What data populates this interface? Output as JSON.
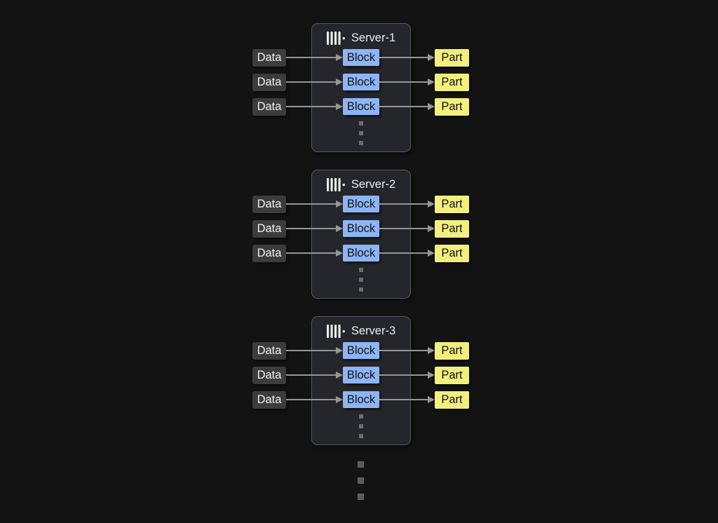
{
  "diagram": {
    "background": "#131313",
    "colors": {
      "background": "#131313",
      "server_bg": "#24262b",
      "server_border": "#55585e",
      "server_title": "#ededed",
      "data_bg": "#3c3c3c",
      "data_text": "#f1f1f1",
      "block_bg": "#8db5f5",
      "block_text": "#111216",
      "part_bg": "#f3ef7c",
      "part_text": "#111216",
      "arrow": "#969696",
      "inner_dot": "#6b6d71",
      "outer_dot": "#59595b"
    },
    "servers": [
      {
        "title": "Server-1",
        "rows": [
          {
            "data": "Data",
            "block": "Block",
            "part": "Part"
          },
          {
            "data": "Data",
            "block": "Block",
            "part": "Part"
          },
          {
            "data": "Data",
            "block": "Block",
            "part": "Part"
          }
        ]
      },
      {
        "title": "Server-2",
        "rows": [
          {
            "data": "Data",
            "block": "Block",
            "part": "Part"
          },
          {
            "data": "Data",
            "block": "Block",
            "part": "Part"
          },
          {
            "data": "Data",
            "block": "Block",
            "part": "Part"
          }
        ]
      },
      {
        "title": "Server-3",
        "rows": [
          {
            "data": "Data",
            "block": "Block",
            "part": "Part"
          },
          {
            "data": "Data",
            "block": "Block",
            "part": "Part"
          },
          {
            "data": "Data",
            "block": "Block",
            "part": "Part"
          }
        ]
      }
    ]
  }
}
